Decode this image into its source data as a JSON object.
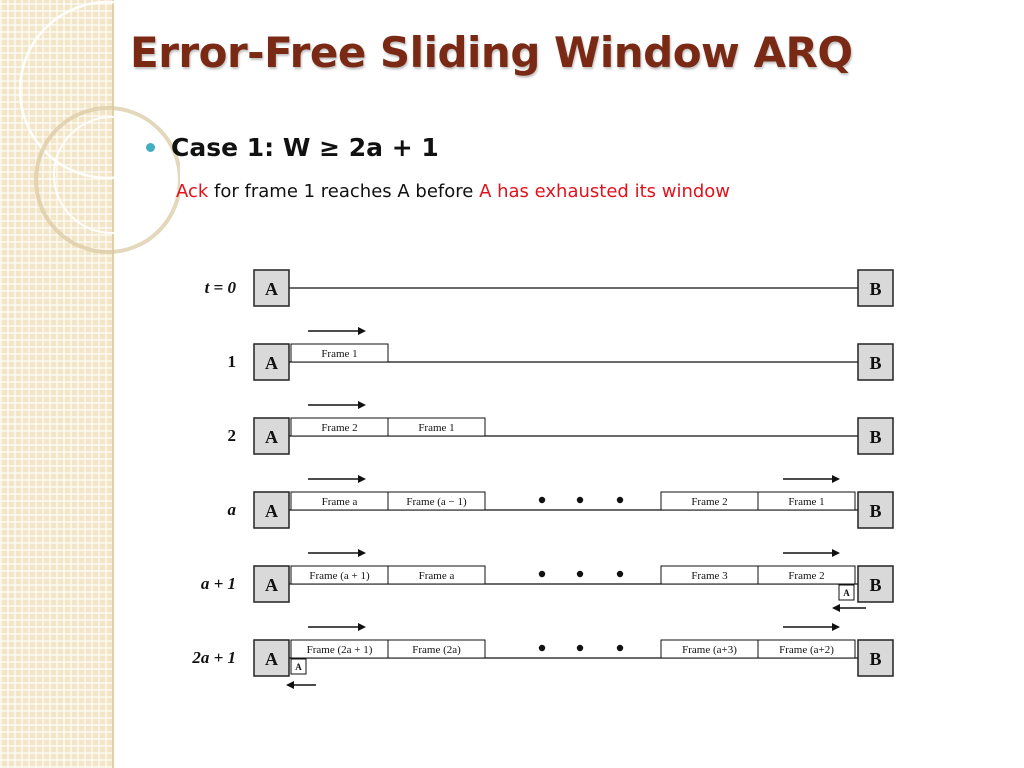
{
  "slide": {
    "title": "Error-Free Sliding Window ARQ",
    "bullet": "Case 1: W ≥ 2a + 1",
    "subline": {
      "ack": "Ack",
      "middle": " for frame 1 reaches A before ",
      "tail": "A has exhausted its window"
    }
  },
  "diagram": {
    "node_a": "A",
    "node_b": "B",
    "ack_label": "A",
    "rows": [
      {
        "time": "t = 0",
        "left_frames": [],
        "right_frames": []
      },
      {
        "time": "1",
        "left_frames": [
          "Frame 1"
        ],
        "right_frames": []
      },
      {
        "time": "2",
        "left_frames": [
          "Frame 2",
          "Frame 1"
        ],
        "right_frames": []
      },
      {
        "time": "a",
        "left_frames": [
          "Frame a",
          "Frame (a − 1)"
        ],
        "right_frames": [
          "Frame 2",
          "Frame 1"
        ]
      },
      {
        "time": "a + 1",
        "left_frames": [
          "Frame (a + 1)",
          "Frame a"
        ],
        "right_frames": [
          "Frame 3",
          "Frame 2"
        ]
      },
      {
        "time": "2a + 1",
        "left_frames": [
          "Frame (2a + 1)",
          "Frame (2a)"
        ],
        "right_frames": [
          "Frame (a+3)",
          "Frame (a+2)"
        ]
      }
    ]
  }
}
